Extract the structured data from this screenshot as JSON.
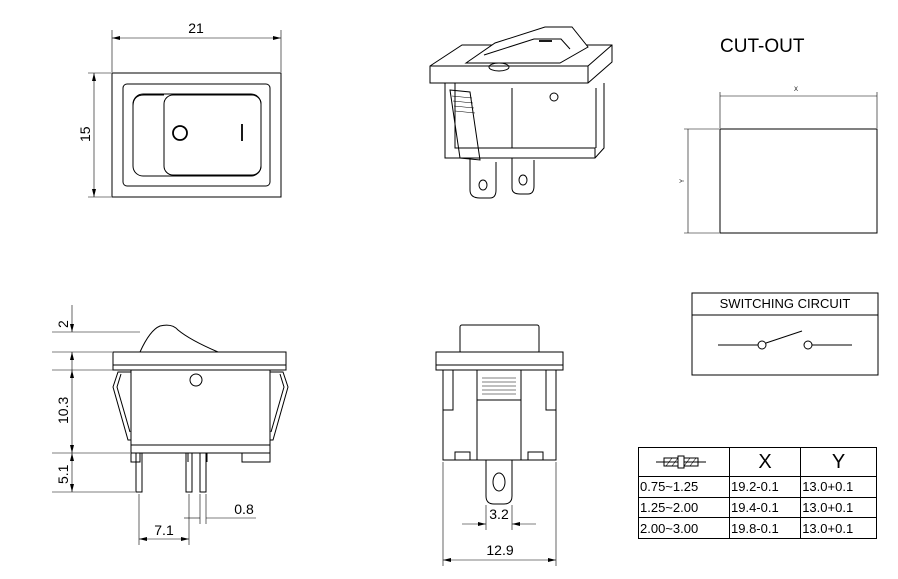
{
  "dimensions": {
    "front_width": "21",
    "front_height": "15",
    "rocker_height": "2",
    "body_height": "10.3",
    "terminal_length": "5.1",
    "terminal_pitch": "7.1",
    "terminal_thickness": "0.8",
    "terminal_width": "3.2",
    "body_width": "12.9"
  },
  "cutout": {
    "title": "CUT-OUT",
    "x_label": "X",
    "y_label": "Y"
  },
  "circuit": {
    "title": "SWITCHING CIRCUIT"
  },
  "table": {
    "headers": [
      "X",
      "Y"
    ],
    "rows": [
      {
        "thickness": "0.75~1.25",
        "x": "19.2-0.1",
        "y": "13.0+0.1"
      },
      {
        "thickness": "1.25~2.00",
        "x": "19.4-0.1",
        "y": "13.0+0.1"
      },
      {
        "thickness": "2.00~3.00",
        "x": "19.8-0.1",
        "y": "13.0+0.1"
      }
    ]
  },
  "front_symbols": {
    "off": "O",
    "on": "I"
  }
}
